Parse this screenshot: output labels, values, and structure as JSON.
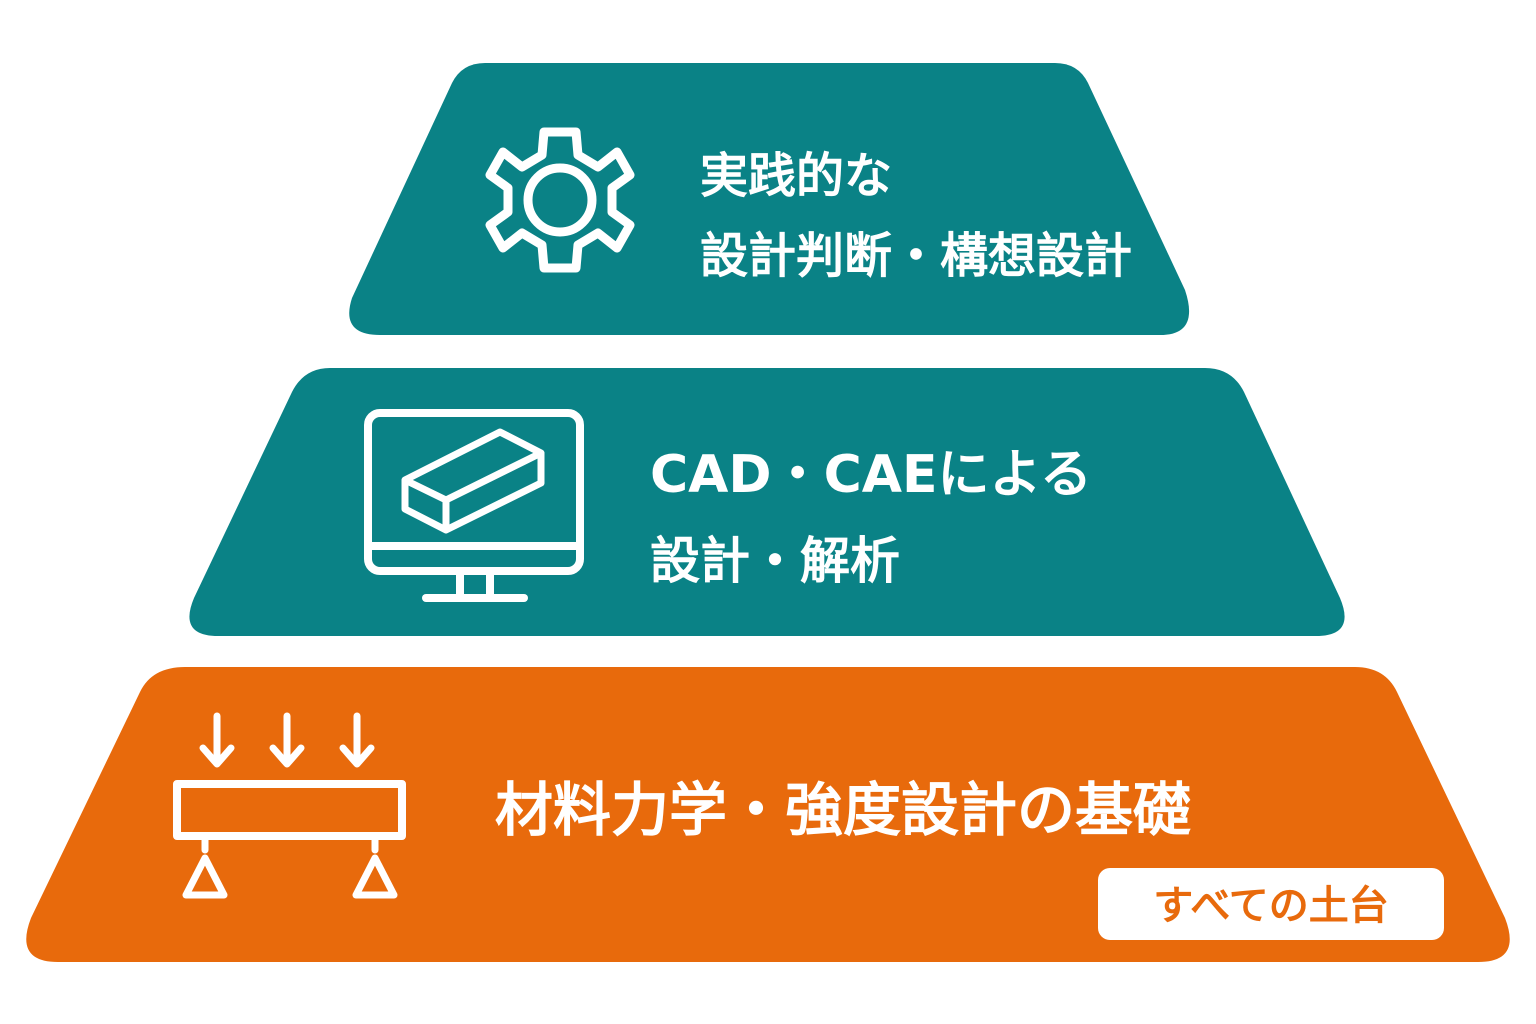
{
  "colors": {
    "teal": "#0a8286",
    "orange": "#e86a0c",
    "background": "#ffffff",
    "text_on_tier": "#ffffff",
    "badge_background": "#ffffff",
    "badge_text": "#e86a0c"
  },
  "tiers": [
    {
      "level": "top",
      "icon": "gear-icon",
      "lines": [
        "実践的な",
        "設計判断・構想設計"
      ]
    },
    {
      "level": "middle",
      "icon": "monitor-block-icon",
      "lines": [
        "CAD・CAEによる",
        "設計・解析"
      ]
    },
    {
      "level": "base",
      "icon": "loaded-beam-icon",
      "lines": [
        "材料力学・強度設計の基礎"
      ],
      "badge": "すべての土台"
    }
  ]
}
